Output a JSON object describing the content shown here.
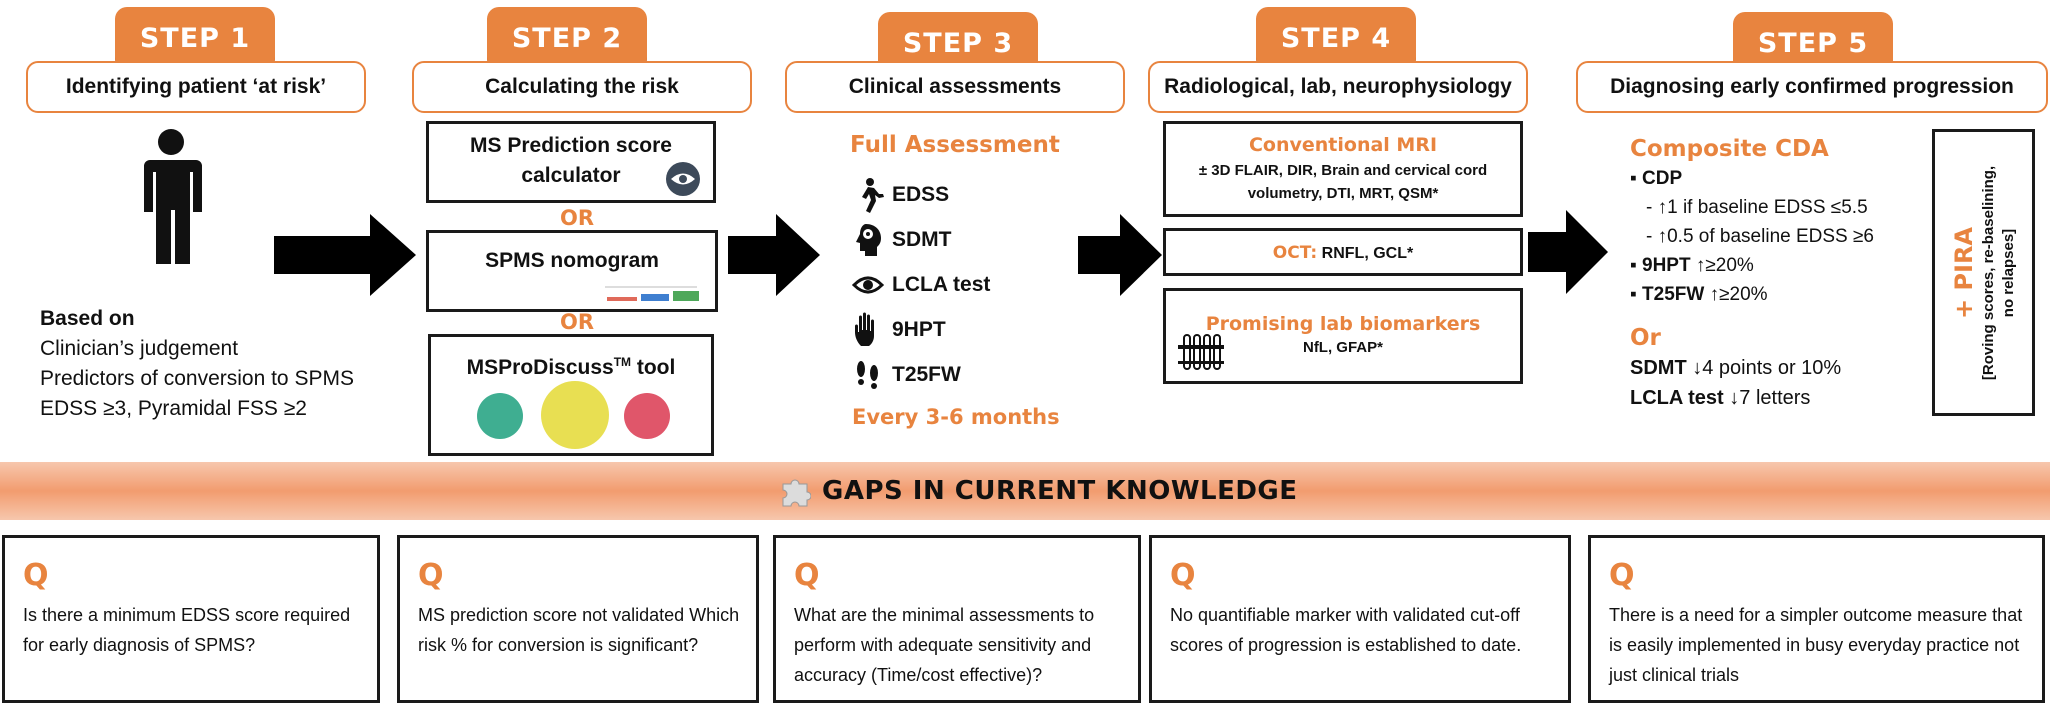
{
  "steps": [
    {
      "tab": "STEP 1",
      "title": "Identifying patient ‘at risk’"
    },
    {
      "tab": "STEP 2",
      "title": "Calculating the risk"
    },
    {
      "tab": "STEP 3",
      "title": "Clinical assessments"
    },
    {
      "tab": "STEP 4",
      "title": "Radiological, lab, neurophysiology"
    },
    {
      "tab": "STEP 5",
      "title": "Diagnosing early confirmed progression"
    }
  ],
  "step1": {
    "heading": "Based on",
    "lines": [
      "Clinician’s judgement",
      "Predictors of conversion to SPMS",
      "EDSS ≥3, Pyramidal FSS ≥2"
    ]
  },
  "step2": {
    "box1_line1": "MS Prediction score",
    "box1_line2": "calculator",
    "or1": "OR",
    "box2_title": "SPMS nomogram",
    "or2": "OR",
    "box3_title_main": "MSProDiscuss",
    "box3_title_sup": "TM",
    "box3_title_tail": " tool"
  },
  "step3": {
    "heading": "Full Assessment",
    "items": [
      "EDSS",
      "SDMT",
      "LCLA test",
      "9HPT",
      "T25FW"
    ],
    "footer": "Every 3-6 months"
  },
  "step4": {
    "mri_title": "Conventional MRI",
    "mri_line1": "± 3D FLAIR, DIR, Brain and cervical cord",
    "mri_line2": "volumetry, DTI, MRT, QSM*",
    "oct_label": "OCT:",
    "oct_value": "RNFL, GCL*",
    "lab_title": "Promising lab biomarkers",
    "lab_value": "NfL, GFAP*"
  },
  "step5": {
    "heading": "Composite CDA",
    "cdp": "CDP",
    "cdp_sub1": "- ↑1 if baseline EDSS ≤5.5",
    "cdp_sub2": "- ↑0.5 of baseline EDSS ≥6",
    "hpt_label": "9HPT",
    "hpt_value": " ↑≥20%",
    "t25_label": "T25FW",
    "t25_value": " ↑≥20%",
    "or": "Or",
    "sdmt_label": "SDMT",
    "sdmt_value": " ↓4 points or 10%",
    "lcla_label": "LCLA test",
    "lcla_value": " ↓7 letters",
    "pira_plus": "+ PIRA",
    "pira_line1": "[Roving scores, re-baselining,",
    "pira_line2": "no relapses]"
  },
  "gaps_title": "GAPS IN CURRENT KNOWLEDGE",
  "questions": [
    {
      "q": "Q",
      "text": " Is there a minimum EDSS score required for early diagnosis of SPMS?"
    },
    {
      "q": "Q",
      "text": "MS prediction score not validated Which risk % for conversion is significant?"
    },
    {
      "q": "Q",
      "text": "What are the minimal assessments to perform with adequate sensitivity and accuracy (Time/cost effective)?"
    },
    {
      "q": "Q",
      "text": "No quantifiable marker with validated cut-off scores of progression is established to date."
    },
    {
      "q": "Q",
      "text": "There is a need for a simpler outcome measure that is easily implemented in busy everyday practice not just clinical trials"
    }
  ],
  "colors": {
    "accent": "#e8843f",
    "band": "#f2a47c",
    "teal": "#3fae91",
    "yellow": "#e8df52",
    "red": "#e0566a"
  }
}
